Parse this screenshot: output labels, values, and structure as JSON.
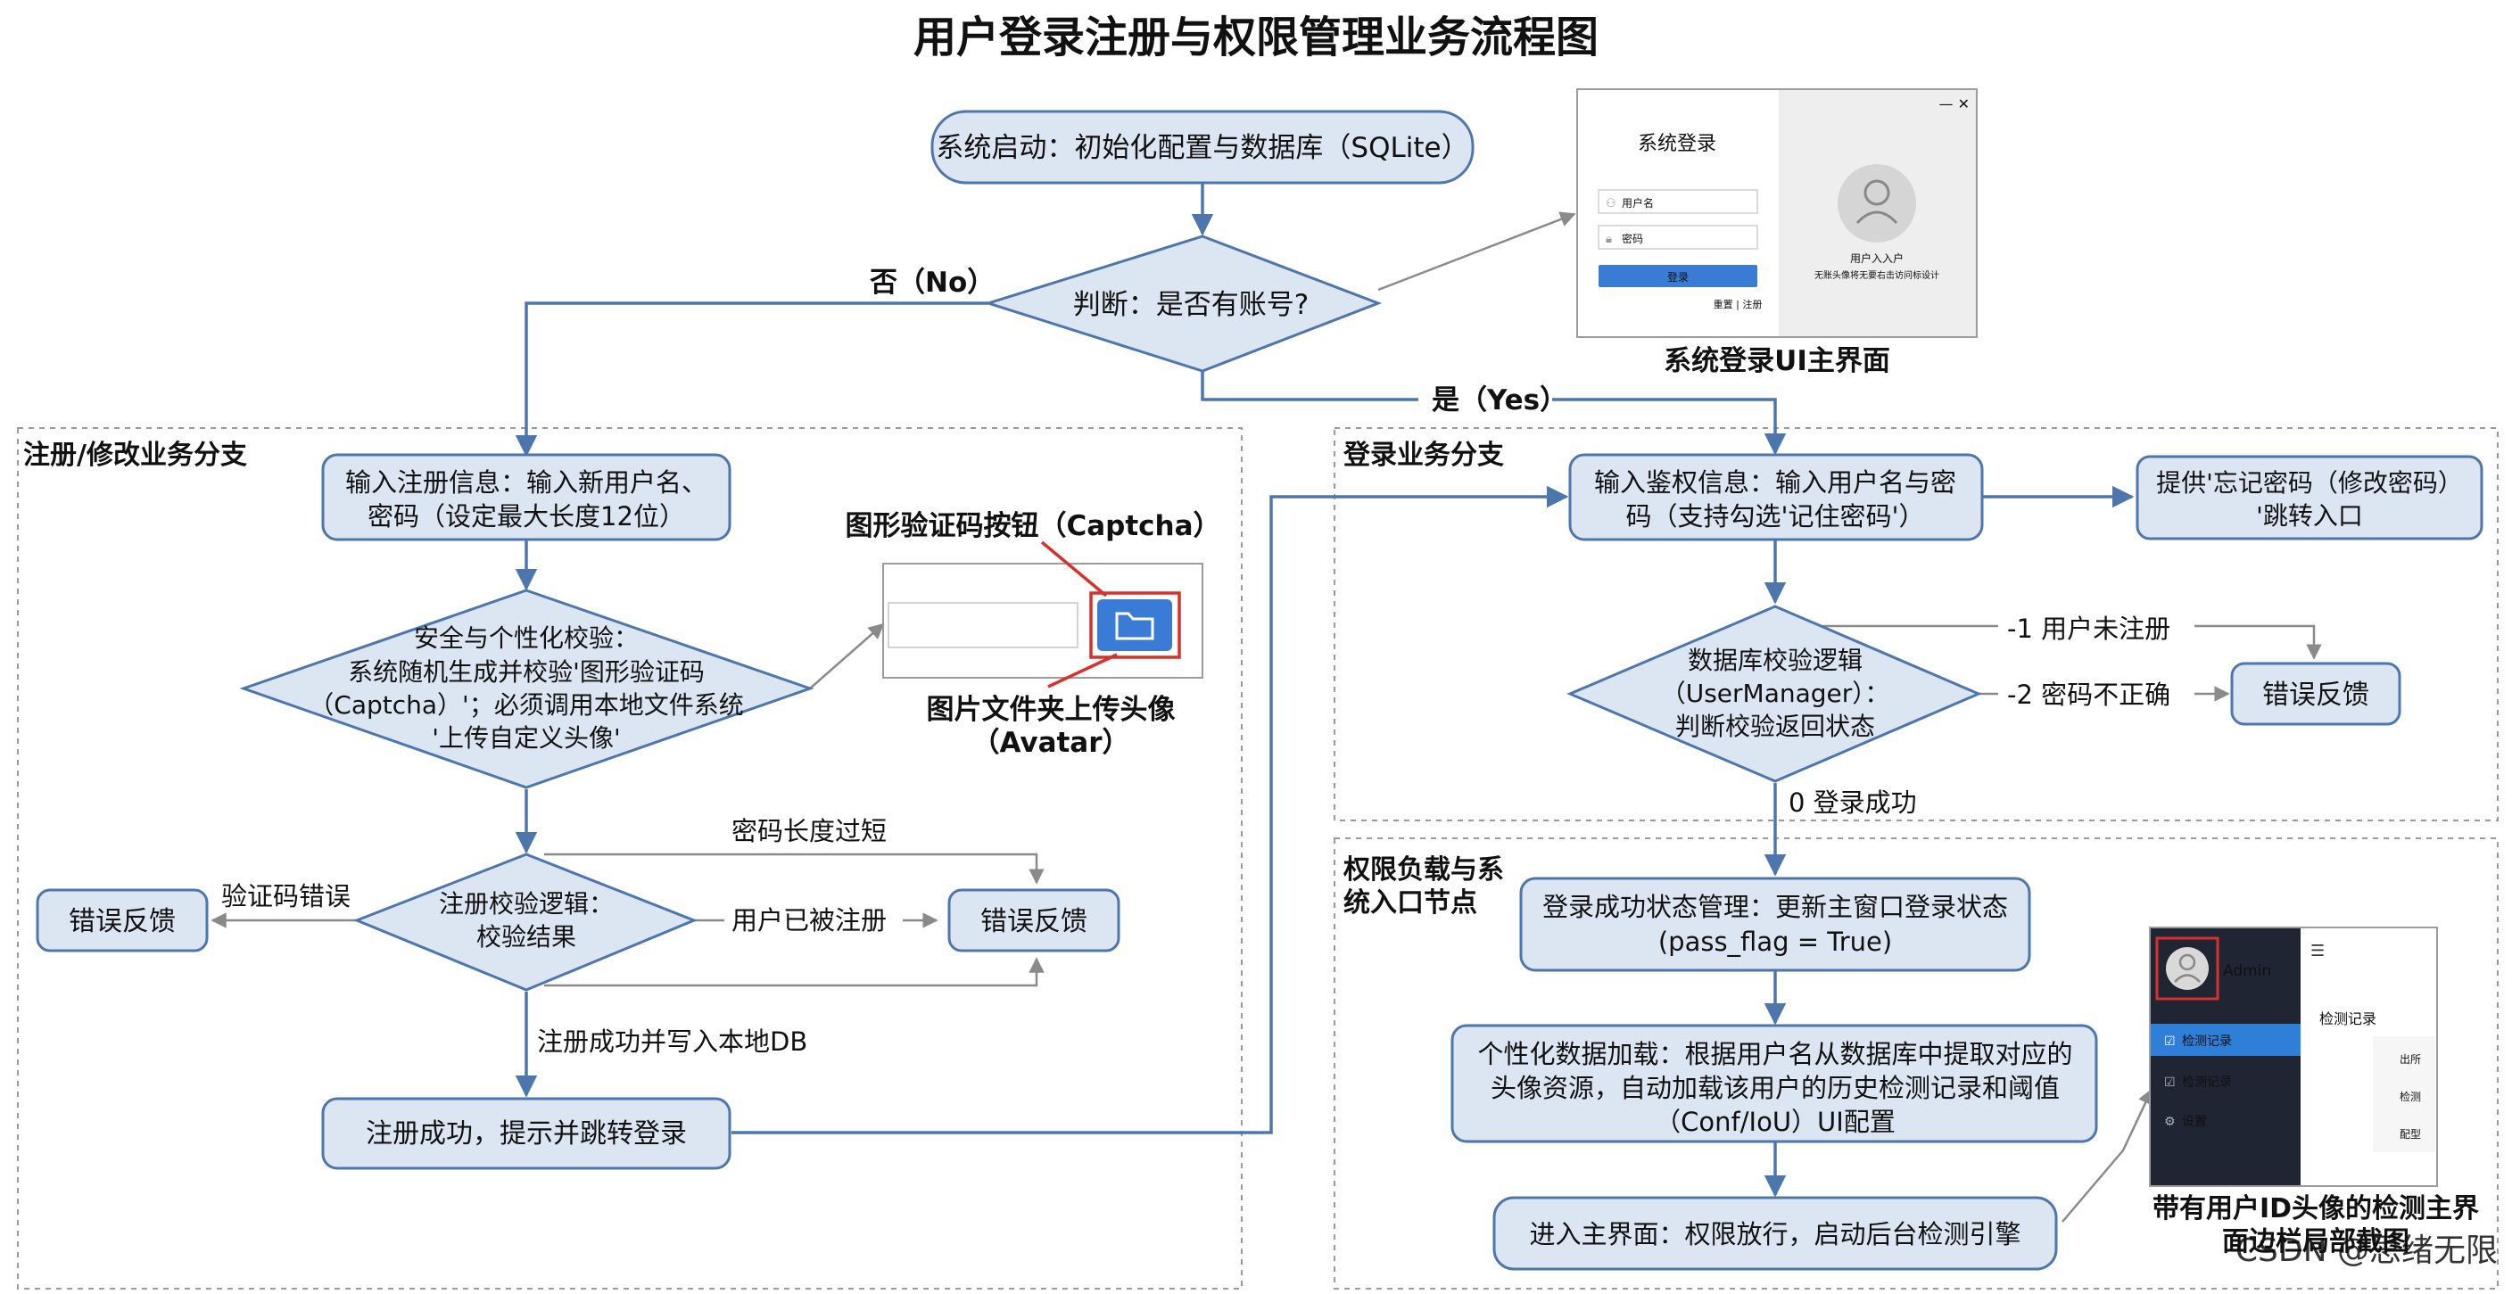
{
  "title": "用户登录注册与权限管理业务流程图",
  "regions": {
    "register": "注册/修改业务分支",
    "login": "登录业务分支",
    "perm_line1": "权限负载与系",
    "perm_line2": "统入口节点"
  },
  "nodes": {
    "start": "系统启动：初始化配置与数据库（SQLite）",
    "has_account": "判断：是否有账号?",
    "reg_input_1": "输入注册信息：输入新用户名、",
    "reg_input_2": "密码（设定最大长度12位）",
    "security_1": "安全与个性化校验：",
    "security_2": "系统随机生成并校验'图形验证码",
    "security_3": "（Captcha）'；必须调用本地文件系统",
    "security_4": "'上传自定义头像'",
    "reg_check_1": "注册校验逻辑：",
    "reg_check_2": "校验结果",
    "err_left": "错误反馈",
    "err_mid": "错误反馈",
    "reg_success": "注册成功，提示并跳转登录",
    "login_input_1": "输入鉴权信息：输入用户名与密",
    "login_input_2": "码（支持勾选'记住密码'）",
    "forgot_1": "提供'忘记密码（修改密码）",
    "forgot_2": "'跳转入口",
    "db_check_1": "数据库校验逻辑",
    "db_check_2": "（UserManager）：",
    "db_check_3": "判断校验返回状态",
    "err_right": "错误反馈",
    "state_mgmt_1": "登录成功状态管理：更新主窗口登录状态",
    "state_mgmt_2": "(pass_flag = True)",
    "personal_1": "个性化数据加载：根据用户名从数据库中提取对应的",
    "personal_2": "头像资源，自动加载该用户的历史检测记录和阈值",
    "personal_3": "（Conf/IoU）UI配置",
    "main_ui": "进入主界面：权限放行，启动后台检测引擎"
  },
  "edge_labels": {
    "no": "否（No）",
    "yes": "是（Yes）",
    "pwd_short": "密码长度过短",
    "captcha_err": "验证码错误",
    "user_exists": "用户已被注册",
    "reg_ok": "注册成功并写入本地DB",
    "not_registered": "-1 用户未注册",
    "wrong_pwd": "-2 密码不正确",
    "login_ok": "0 登录成功"
  },
  "annotations": {
    "captcha_btn": "图形验证码按钮（Captcha）",
    "avatar_1": "图片文件夹上传头像",
    "avatar_2": "（Avatar）",
    "login_ui": "系统登录UI主界面",
    "sidebar_1": "带有用户ID头像的检测主界",
    "sidebar_2": "面边栏局部截图",
    "watermark": "CSDN @思绪无限"
  },
  "login_window": {
    "title": "系统登录",
    "username_placeholder": "用户名",
    "password_placeholder": "密码",
    "login_button": "登录",
    "links": "重置 | 注册",
    "user_caption": "用户入入户",
    "user_hint": "无账头像将无要右击访问标设计"
  },
  "sidebar_shot": {
    "user": "Admin",
    "menu_active": "检测记录",
    "menu_2": "检测记录",
    "menu_3": "设置",
    "panel_title": "检测记录",
    "row_1": "出所",
    "row_2": "检测",
    "row_3": "配型"
  },
  "colors": {
    "node_fill": "#dce6f3",
    "node_stroke": "#4d76ad",
    "callout_red": "#d8302b",
    "sidebar_dark": "#1f2533",
    "sidebar_active": "#2f7ed8",
    "button_blue": "#3a7bd5"
  }
}
